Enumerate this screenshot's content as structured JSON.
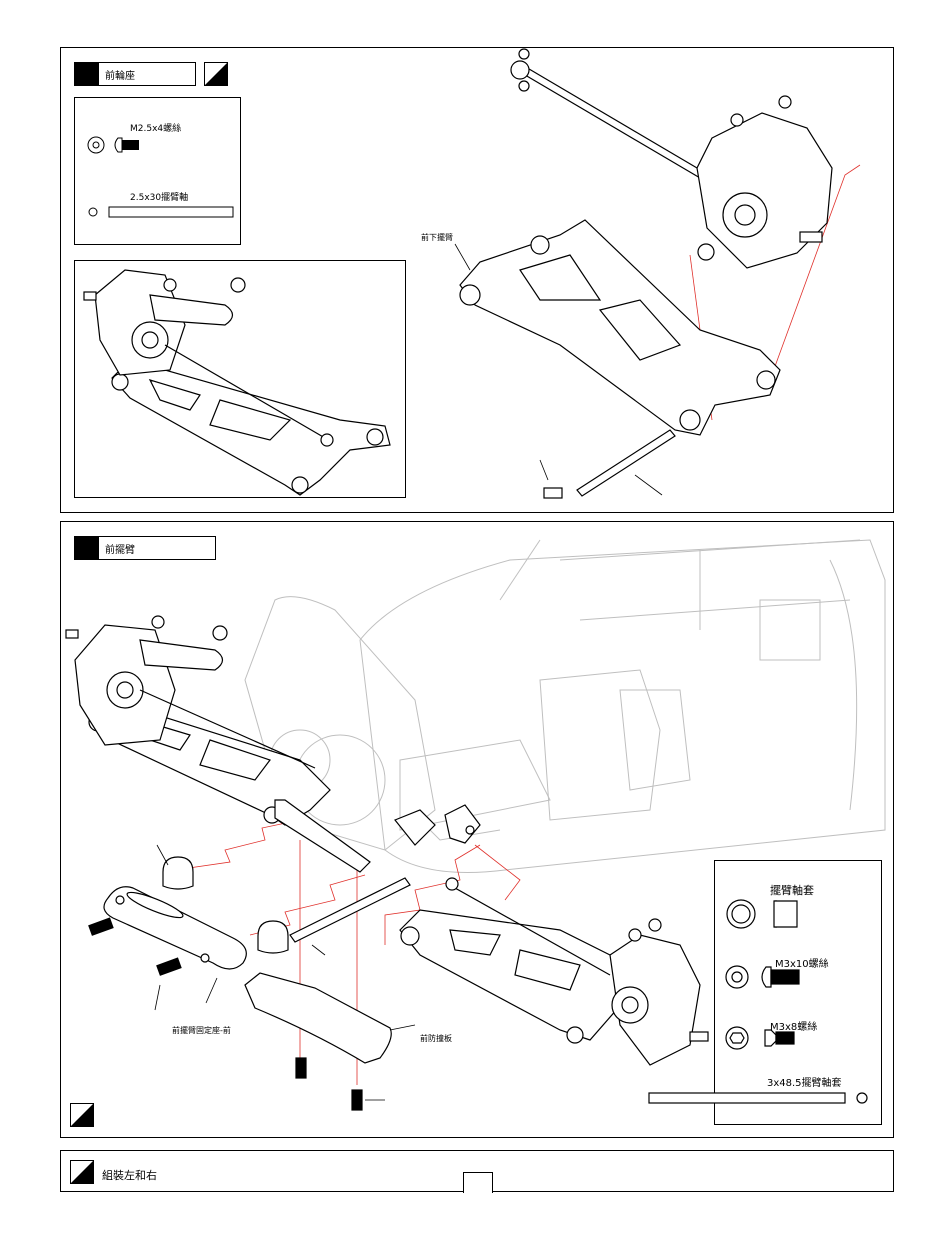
{
  "step1": {
    "title": "前輪座",
    "parts": [
      {
        "name": "M2.5x4螺絲",
        "icon": "button-head-screw-icon"
      },
      {
        "name": "2.5x30擺臂軸",
        "icon": "pin-shaft-icon"
      }
    ],
    "callouts": {
      "lower_arm": "前下擺臂"
    }
  },
  "step2": {
    "title": "前擺臂",
    "parts": [
      {
        "name": "擺臂軸套",
        "icon": "bushing-icon"
      },
      {
        "name": "M3x10螺絲",
        "icon": "button-head-screw-icon"
      },
      {
        "name": "M3x8螺絲",
        "icon": "countersunk-screw-icon"
      },
      {
        "name": "3x48.5擺臂軸套",
        "icon": "long-shaft-icon"
      }
    ],
    "callouts": {
      "mount": "前擺臂固定座-前",
      "bumper": "前防撞板"
    }
  },
  "footer": {
    "text": "組裝左和右"
  },
  "colors": {
    "ink": "#000000",
    "guide_line": "#e0302b",
    "ghost_line": "#bfbfbf",
    "part_fill": "#ffffff"
  }
}
